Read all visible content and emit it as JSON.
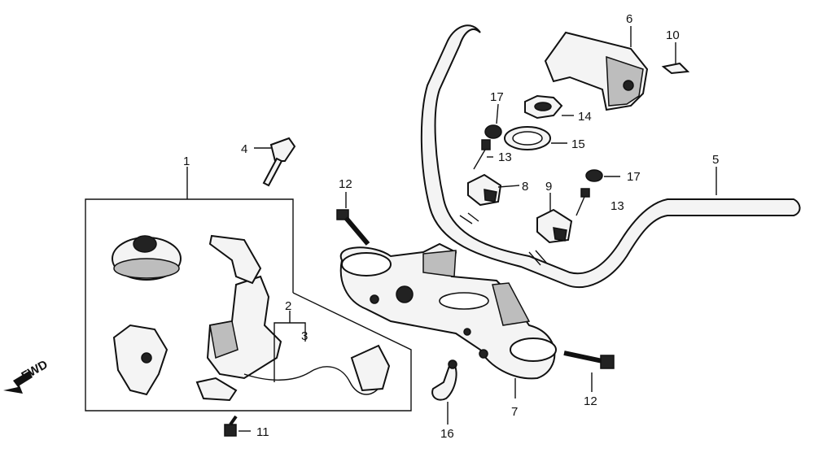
{
  "labels": {
    "l1": "1",
    "l2": "2",
    "l3": "3",
    "l4": "4",
    "l5": "5",
    "l6": "6",
    "l7": "7",
    "l8": "8",
    "l9": "9",
    "l10": "10",
    "l11": "11",
    "l12a": "12",
    "l12b": "12",
    "l13a": "13",
    "l13b": "13",
    "l14": "14",
    "l15": "15",
    "l16": "16",
    "l17a": "17",
    "l17b": "17",
    "fwd": "FWD"
  }
}
